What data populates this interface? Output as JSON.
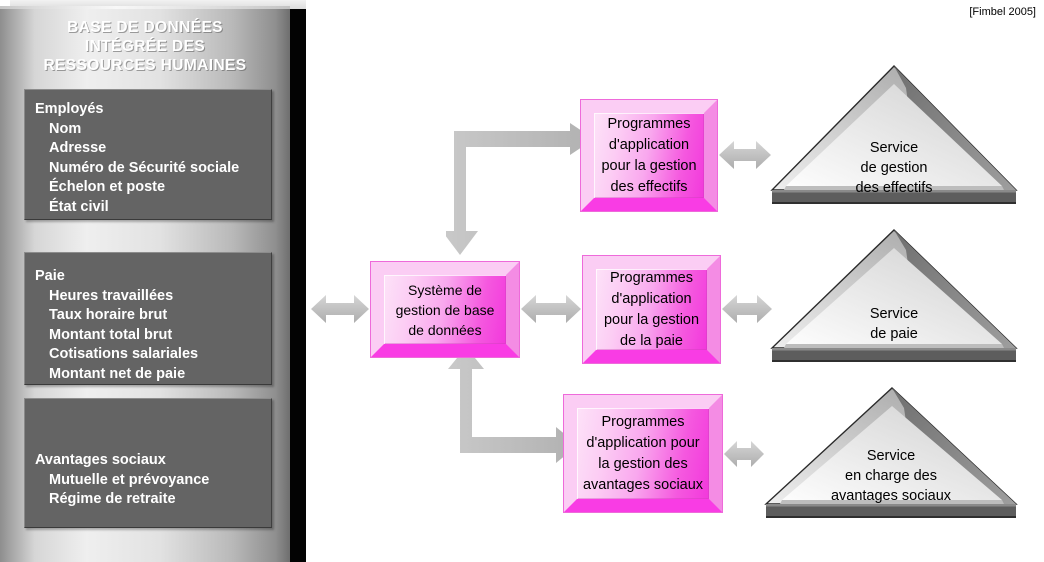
{
  "citation": "[Fimbel 2005]",
  "database_panel": {
    "title": "BASE DE DONNÉES\nINTÉGRÉE DES\nRESSOURCES HUMAINES",
    "groups": [
      {
        "name": "Employés",
        "items": [
          "Nom",
          "Adresse",
          "Numéro de Sécurité sociale",
          "Échelon et poste",
          "État civil"
        ]
      },
      {
        "name": "Paie",
        "items": [
          "Heures travaillées",
          "Taux horaire brut",
          "Montant total brut",
          "Cotisations salariales",
          "Montant net de paie"
        ]
      },
      {
        "name": "Avantages sociaux",
        "items": [
          "Mutuelle et prévoyance",
          "Régime de retraite"
        ]
      }
    ]
  },
  "dbms_box": {
    "label": "Système de\ngestion de base\nde données"
  },
  "application_boxes": [
    {
      "id": "effectifs",
      "label": "Programmes\nd'application\npour la gestion\ndes effectifs"
    },
    {
      "id": "paie",
      "label": "Programmes\nd'application\npour la gestion\nde la paie"
    },
    {
      "id": "avantages",
      "label": "Programmes\nd'application pour\nla gestion des\navantages sociaux"
    }
  ],
  "service_pyramids": [
    {
      "id": "effectifs",
      "label": "Service\nde gestion\ndes effectifs"
    },
    {
      "id": "paie",
      "label": "Service\nde paie"
    },
    {
      "id": "avantages",
      "label": "Service\nen charge des\navantages sociaux"
    }
  ],
  "colors": {
    "panel_text": "#ffffff",
    "panel_box_bg": "#646464",
    "pink_frame_light": "#fbcdf4",
    "pink_frame_bright": "#f93ce4",
    "pink_fill": "#f558df",
    "arrow_gray": "#bcbcbc",
    "pyramid_gray": "#9b9b9b",
    "background": "#ffffff"
  }
}
